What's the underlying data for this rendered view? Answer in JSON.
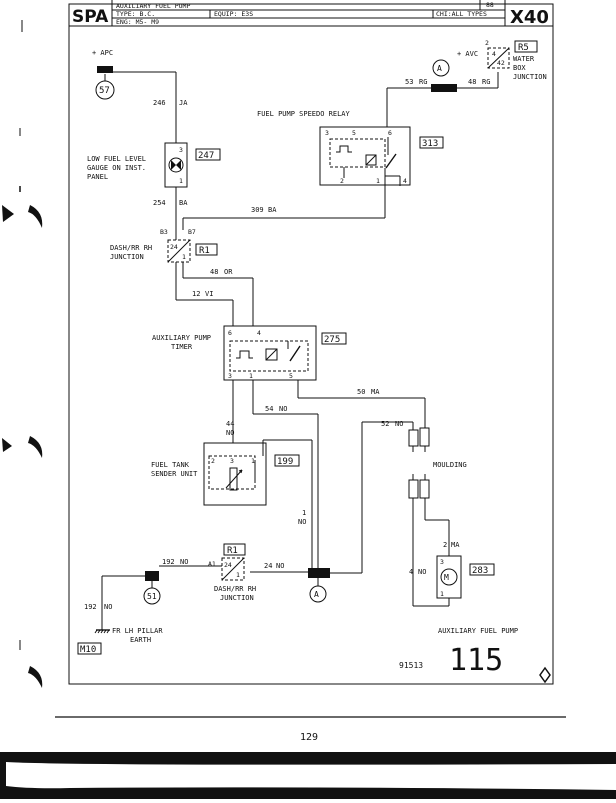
{
  "header": {
    "brand": "SPA",
    "title": "AUXILIARY FUEL PUMP",
    "type": "TYPE: B.C.",
    "engine": "ENG: M5- M9",
    "equip": "EQUIP: E3S",
    "chi": "CHI:ALL TYPES",
    "year": "88",
    "code": "X40"
  },
  "supplies": {
    "apc_label": "+ APC",
    "avc_label": "+ AVC"
  },
  "circles": {
    "c57": "57",
    "c_a_top": "A",
    "c51": "51",
    "c_a_bottom": "A"
  },
  "components": {
    "r5": {
      "code": "R5",
      "name1": "WATER",
      "name2": "BOX",
      "name3": "JUNCTION",
      "pin_top": "2",
      "pin_a": "4",
      "pin_b": "42"
    },
    "c313": {
      "code": "313",
      "name": "FUEL PUMP SPEEDO RELAY",
      "p3": "3",
      "p5": "5",
      "p6": "6",
      "p2": "2",
      "p1": "1",
      "p4": "4"
    },
    "c247": {
      "code": "247",
      "name1": "LOW FUEL LEVEL",
      "name2": "GAUGE ON INST.",
      "name3": "PANEL",
      "p3": "3",
      "p1": "1"
    },
    "r1_top": {
      "code": "R1",
      "name1": "DASH/RR RH",
      "name2": "JUNCTION",
      "b3": "B3",
      "b7": "B7",
      "p24": "24",
      "p1": "1"
    },
    "c275": {
      "code": "275",
      "name1": "AUXILIARY PUMP",
      "name2": "TIMER",
      "p6": "6",
      "p4": "4",
      "p3": "3",
      "p1": "1",
      "p5": "5"
    },
    "c199": {
      "code": "199",
      "name1": "FUEL TANK",
      "name2": "SENDER UNIT",
      "p2": "2",
      "p3": "3",
      "p1": "1"
    },
    "r1_bottom": {
      "code": "R1",
      "name1": "DASH/RR RH",
      "name2": "JUNCTION",
      "a1": "A1",
      "p24": "24",
      "p1": "1"
    },
    "c283": {
      "code": "283",
      "name": "AUXILIARY FUEL PUMP",
      "p3": "3",
      "p1": "1"
    },
    "m10": {
      "code": "M10",
      "name1": "FR LH PILLAR",
      "name2": "EARTH"
    },
    "moulding": "MOULDING"
  },
  "wires": {
    "w246": "246",
    "ja": "JA",
    "w53": "53",
    "rg1": "RG",
    "w48rg": "48",
    "rg2": "RG",
    "w254": "254",
    "ba1": "BA",
    "w309": "309",
    "ba2": "BA",
    "w48": "48",
    "or": "OR",
    "w12": "12",
    "vi": "VI",
    "w50": "50",
    "ma1": "MA",
    "w54": "54",
    "no1": "NO",
    "w44": "44",
    "no2": "NO",
    "w52": "52",
    "no3": "NO",
    "w1": "1",
    "no4": "NO",
    "w192a": "192",
    "no5": "NO",
    "w24": "24",
    "no6": "NO",
    "w192b": "192",
    "no7": "NO",
    "w2": "2",
    "ma2": "MA",
    "w4": "4",
    "no8": "NO"
  },
  "footer": {
    "ref": "91513",
    "page_big": "115",
    "page_number": "129"
  }
}
